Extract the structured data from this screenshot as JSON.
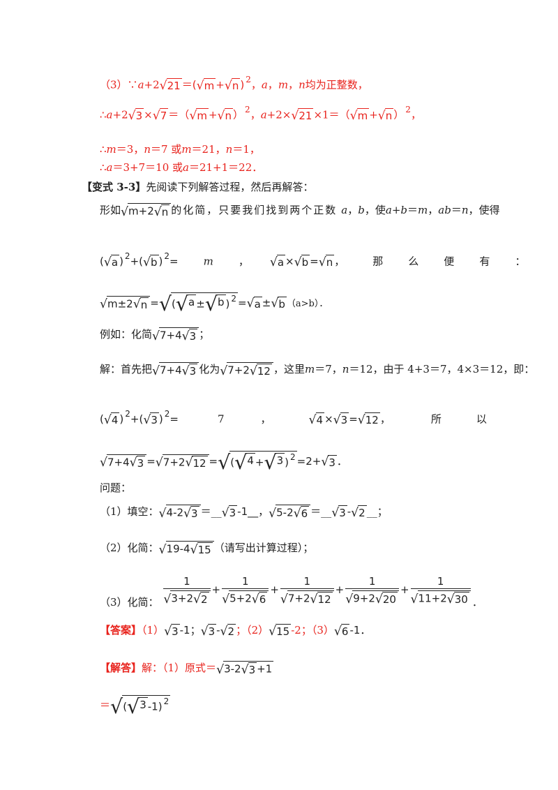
{
  "l1": {
    "num": "（3）",
    "because": "∵",
    "a": "a",
    "plus2": "+2",
    "r21": "21",
    "eq": "＝",
    "open": "(",
    "rm": "m",
    "plus": "+",
    "rn": "n",
    "close": ")",
    "sq": "2",
    "tail": "，",
    "tail2": "a",
    "comma": "，",
    "m": "m",
    "comma2": "，",
    "n": "n",
    "end": "均为正整数，"
  },
  "l2": {
    "thus": "∴",
    "a": "a",
    "plus2": "+2",
    "r3": "3",
    "times": "×",
    "r7": "7",
    "eq": "＝（",
    "rm": "m",
    "plus": "+",
    "rn": "n",
    "close": "）",
    "sq": "2",
    "comma": "，",
    "a2": "a",
    "plus2b": "+2×",
    "r21": "21",
    "times1": "×1＝（",
    "rm2": "m",
    "plus2c": "+",
    "rn2": "n",
    "close2": "）",
    "sq2": "2",
    "end": "，"
  },
  "l3": {
    "text_a": "∴",
    "m": "m",
    "eq1": "＝3，",
    "n": "n",
    "eq2": "＝7 或",
    "m2": "m",
    "eq3": "＝21，",
    "n2": "n",
    "eq4": "＝1，"
  },
  "l4": {
    "text_a": "∴",
    "a": "a",
    "eq1": "＝3+7＝10 或",
    "a2": "a",
    "eq2": "＝21+1＝22．"
  },
  "l5": {
    "label": "【变式 3-3】",
    "text": "先阅读下列解答过程，然后再解答："
  },
  "l6": {
    "pre": "形如",
    "rad": "m+2",
    "radn": "n",
    "mid": "的化简，只要我们找到两个正数",
    "a": "a",
    "c1": "，",
    "b": "b",
    "c2": "，使",
    "ab": "a",
    "plus": "+",
    "bb": "b",
    "eq": "＝",
    "m": "m",
    "c3": "，",
    "ab2": "ab",
    "eq2": "＝",
    "n": "n",
    "end": "，使得"
  },
  "l7": {
    "open1": "(",
    "ra": "a",
    "close1": ")",
    "sq1": "2",
    "plus": "+(",
    "rb": "b",
    "close2": ")",
    "sq2": "2",
    "eq": "=",
    "m": "m",
    "comma": "，",
    "ra2": "a",
    "times": "×",
    "rb2": "b",
    "eq2": "=",
    "rn": "n",
    "comma2": "，",
    "w1": "那",
    "w2": "么",
    "w3": "便",
    "w4": "有",
    "colon": "："
  },
  "l8": {
    "rad": "m±2",
    "radn": "n",
    "eq": "=",
    "open": "(",
    "ra": "a",
    "pm": "±",
    "rb": "b",
    "close": ")",
    "sq": "2",
    "eq2": "=",
    "ra2": "a",
    "pm2": "±",
    "rb2": "b",
    "cond": "（a>b）．"
  },
  "l9": {
    "pre": "例如：化简",
    "rad": "7+4",
    "r3": "3",
    "end": "；"
  },
  "l10": {
    "pre": "解：首先把",
    "rad": "7+4",
    "r3": "3",
    "mid": "化为",
    "rad2": "7+2",
    "r12": "12",
    "c1": "，这里",
    "m": "m",
    "e1": "＝7，",
    "n": "n",
    "e2": "＝12，由于 4+3＝7，4×3＝12，即："
  },
  "l11": {
    "open1": "(",
    "r4": "4",
    "close1": ")",
    "sq1": "2",
    "plus": "+(",
    "r3": "3",
    "close2": ")",
    "sq2": "2",
    "eq": "=",
    "seven": "7",
    "comma": "，",
    "r4b": "4",
    "times": "×",
    "r3b": "3",
    "eq2": "=",
    "r12": "12",
    "comma2": "，",
    "w1": "所",
    "w2": "以"
  },
  "l12": {
    "rad": "7+4",
    "r3": "3",
    "eq": "=",
    "rad2": "7+2",
    "r12": "12",
    "eq2": "=",
    "open": "(",
    "r4": "4",
    "plus": "+",
    "r3b": "3",
    "close": ")",
    "sq": "2",
    "eq3": "=2+",
    "r3c": "3",
    "end": "．"
  },
  "l13": {
    "text": "问题："
  },
  "l14": {
    "pre": "（1）填空：",
    "rad": "4-2",
    "r3": "3",
    "eq": "＝__",
    "ans1": "3",
    "ans1b": "-1__，",
    "rad2": "5-2",
    "r6": "6",
    "eq2": "＝__",
    "ans2": "3",
    "ans2b": "-",
    "ans2c": "2",
    "ans2d": "__；"
  },
  "l15": {
    "pre": "（2）化简：",
    "rad": "19-4",
    "r15": "15",
    "end": "（请写出计算过程）；"
  },
  "l16": {
    "pre": "（3）化简：",
    "f1": "3+2",
    "f1b": "2",
    "f2": "5+2",
    "f2b": "6",
    "f3": "7+2",
    "f3b": "12",
    "f4": "9+2",
    "f4b": "20",
    "f5": "11+2",
    "f5b": "30",
    "one": "1",
    "plus": "+",
    "end": "．"
  },
  "l17": {
    "label": "【答案】",
    "p1": "（1）",
    "r3": "3",
    "a1": "-1；",
    "r3b": "3",
    "a2": "-",
    "r2": "2",
    "a3": "；（2）",
    "r15": "15",
    "a4": "-2；（3）",
    "r6": "6",
    "a5": "-1．"
  },
  "l18": {
    "label": "【解答】",
    "p1": "解：（1）原式＝",
    "rad": "3-2",
    "r3": "3",
    "tail": "+1"
  },
  "l19": {
    "eq": "＝",
    "open": "(",
    "r3": "3",
    "minus": "-1)",
    "sq": "2"
  }
}
